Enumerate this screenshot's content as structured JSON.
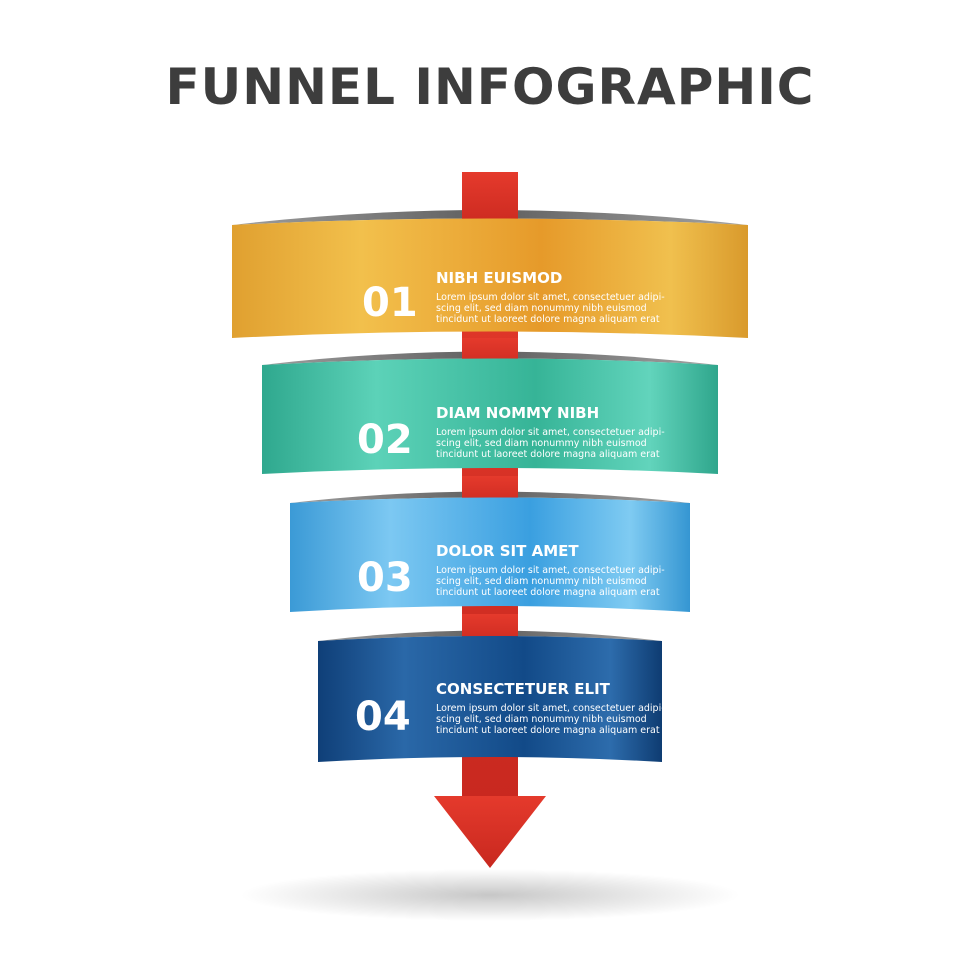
{
  "title": "FUNNEL INFOGRAPHIC",
  "colors": {
    "arrow": "#d93a2b",
    "tier1": "#e8a832",
    "tier2": "#3cb89d",
    "tier3": "#45a7e2",
    "tier4": "#134a86",
    "rim": "#8c8c8c"
  },
  "tiers": [
    {
      "number": "01",
      "title": "NIBH EUISMOD",
      "lines": [
        "Lorem ipsum dolor sit amet, consectetuer adipi-",
        "scing elit, sed diam nonummy nibh euismod",
        "tincidunt ut laoreet dolore magna aliquam erat"
      ]
    },
    {
      "number": "02",
      "title": "DIAM NOMMY NIBH",
      "lines": [
        "Lorem ipsum dolor sit amet, consectetuer adipi-",
        "scing elit, sed diam nonummy nibh euismod",
        "tincidunt ut laoreet dolore magna aliquam erat"
      ]
    },
    {
      "number": "03",
      "title": "DOLOR SIT AMET",
      "lines": [
        "Lorem ipsum dolor sit amet, consectetuer adipi-",
        "scing elit, sed diam nonummy nibh euismod",
        "tincidunt ut laoreet dolore magna aliquam erat"
      ]
    },
    {
      "number": "04",
      "title": "CONSECTETUER ELIT",
      "lines": [
        "Lorem ipsum dolor sit amet, consectetuer adipi-",
        "scing elit, sed diam nonummy nibh euismod",
        "tincidunt ut laoreet dolore magna aliquam erat"
      ]
    }
  ]
}
